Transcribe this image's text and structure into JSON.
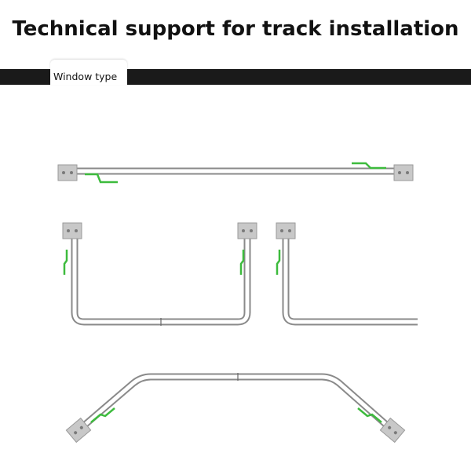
{
  "header": {
    "title": "Technical support for track installation"
  },
  "section": {
    "label": "Window type"
  },
  "diagram": {
    "components": [
      "straight-track",
      "u-shaped-track",
      "l-shaped-track",
      "bay-window-track"
    ],
    "colors": {
      "rail": "#8a8a8a",
      "rail_fill": "#ffffff",
      "bracket": "#c8c8c8",
      "cable": "#3dbb3d",
      "section_bar": "#1a1a1a"
    }
  }
}
